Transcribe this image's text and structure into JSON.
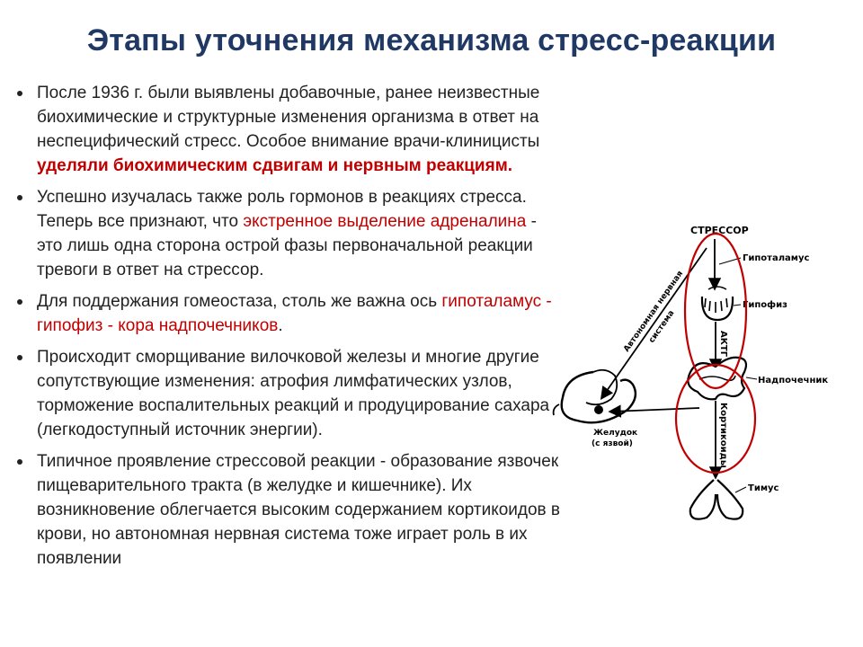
{
  "slide": {
    "title": "Этапы уточнения механизма стресс-реакции"
  },
  "bullets": [
    {
      "parts": [
        {
          "text": "После 1936 г. были выявлены добавочные, ранее неизвестные биохимические и структурные изменения организма в ответ на неспецифический стресс. Особое внимание врачи-клиницисты "
        },
        {
          "text": "уделяли биохимическим сдвигам и нервным реакциям.",
          "color": "#C00000",
          "bold": true
        }
      ]
    },
    {
      "parts": [
        {
          "text": "Успешно изучалась также роль гормонов в реакциях стресса. Теперь все признают, что "
        },
        {
          "text": "экстренное выделение адреналина",
          "color": "#C00000"
        },
        {
          "text": " - это лишь одна сторона острой фазы первоначальной реакции тревоги в ответ на стрессор."
        }
      ]
    },
    {
      "parts": [
        {
          "text": "Для поддержания гомеостаза, столь же важна ось "
        },
        {
          "text": "гипоталамус - гипофиз - кора надпочечников",
          "color": "#C00000"
        },
        {
          "text": "."
        }
      ]
    },
    {
      "parts": [
        {
          "text": "Происходит сморщивание вилочковой железы и многие другие сопутствующие изменения: атрофия лимфатических узлов, торможение воспалительных реакций и продуцирование сахара (легкодоступный источник энергии)."
        }
      ]
    },
    {
      "parts": [
        {
          "text": "Типичное проявление стрессовой реакции - образование язвочек пищеварительного тракта (в желудке и кишечнике). Их возникновение облегчается высоким содержанием кортикоидов в крови, но автономная нервная система тоже играет роль в их появлении"
        }
      ]
    }
  ],
  "diagram": {
    "labels": {
      "stressor": "СТРЕССОР",
      "hypothalamus": "Гипоталамус",
      "pituitary": "Гипофиз",
      "actg": "АКТГ",
      "adrenal": "Надпочечник",
      "corticoids": "Кортикоиды",
      "stomach_line1": "Желудок",
      "stomach_line2": "(с язвой)",
      "thymus": "Тимус",
      "ans_line1": "Автономная нервная",
      "ans_line2": "система"
    },
    "highlight_color": "#C00000"
  }
}
